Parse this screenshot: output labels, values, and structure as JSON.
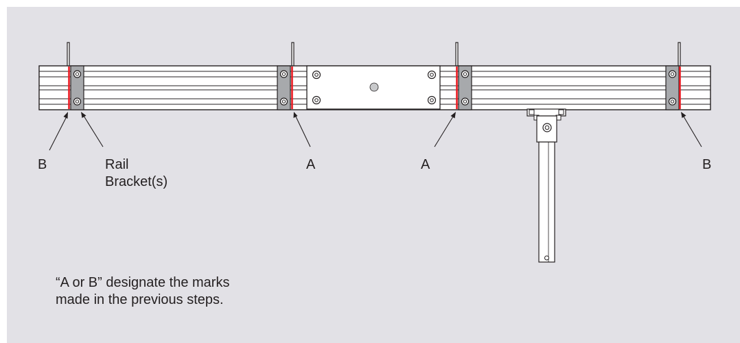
{
  "labels": {
    "mark_b_left": "B",
    "rail_bracket_line1": "Rail",
    "rail_bracket_line2": "Bracket(s)",
    "mark_a_left": "A",
    "mark_a_right": "A",
    "mark_b_right": "B"
  },
  "note": {
    "line1": "“A or B” designate the marks",
    "line2": "made in the previous steps."
  },
  "colors": {
    "background_panel": "#e2e1e6",
    "rail_fill": "#ffffff",
    "outline": "#231f20",
    "bracket_fill": "#a7a9ac",
    "mark_red": "#ed1c24",
    "center_dot": "#c8c9cb"
  }
}
